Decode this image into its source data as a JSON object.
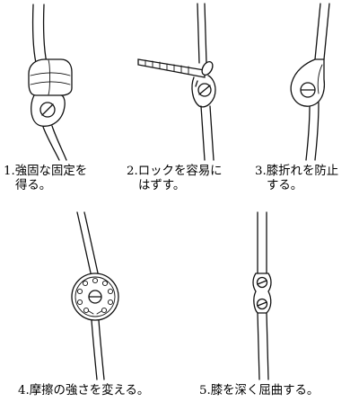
{
  "figures": [
    {
      "number": "1.",
      "lines": [
        "強固な固定を",
        "得る。"
      ]
    },
    {
      "number": "2.",
      "lines": [
        "ロックを容易に",
        "はずす。"
      ]
    },
    {
      "number": "3.",
      "lines": [
        "膝折れを防止",
        "する。"
      ]
    },
    {
      "number": "4.",
      "lines": [
        "摩擦の強さを変える。"
      ]
    },
    {
      "number": "5.",
      "lines": [
        "膝を深く屈曲する。"
      ]
    }
  ]
}
